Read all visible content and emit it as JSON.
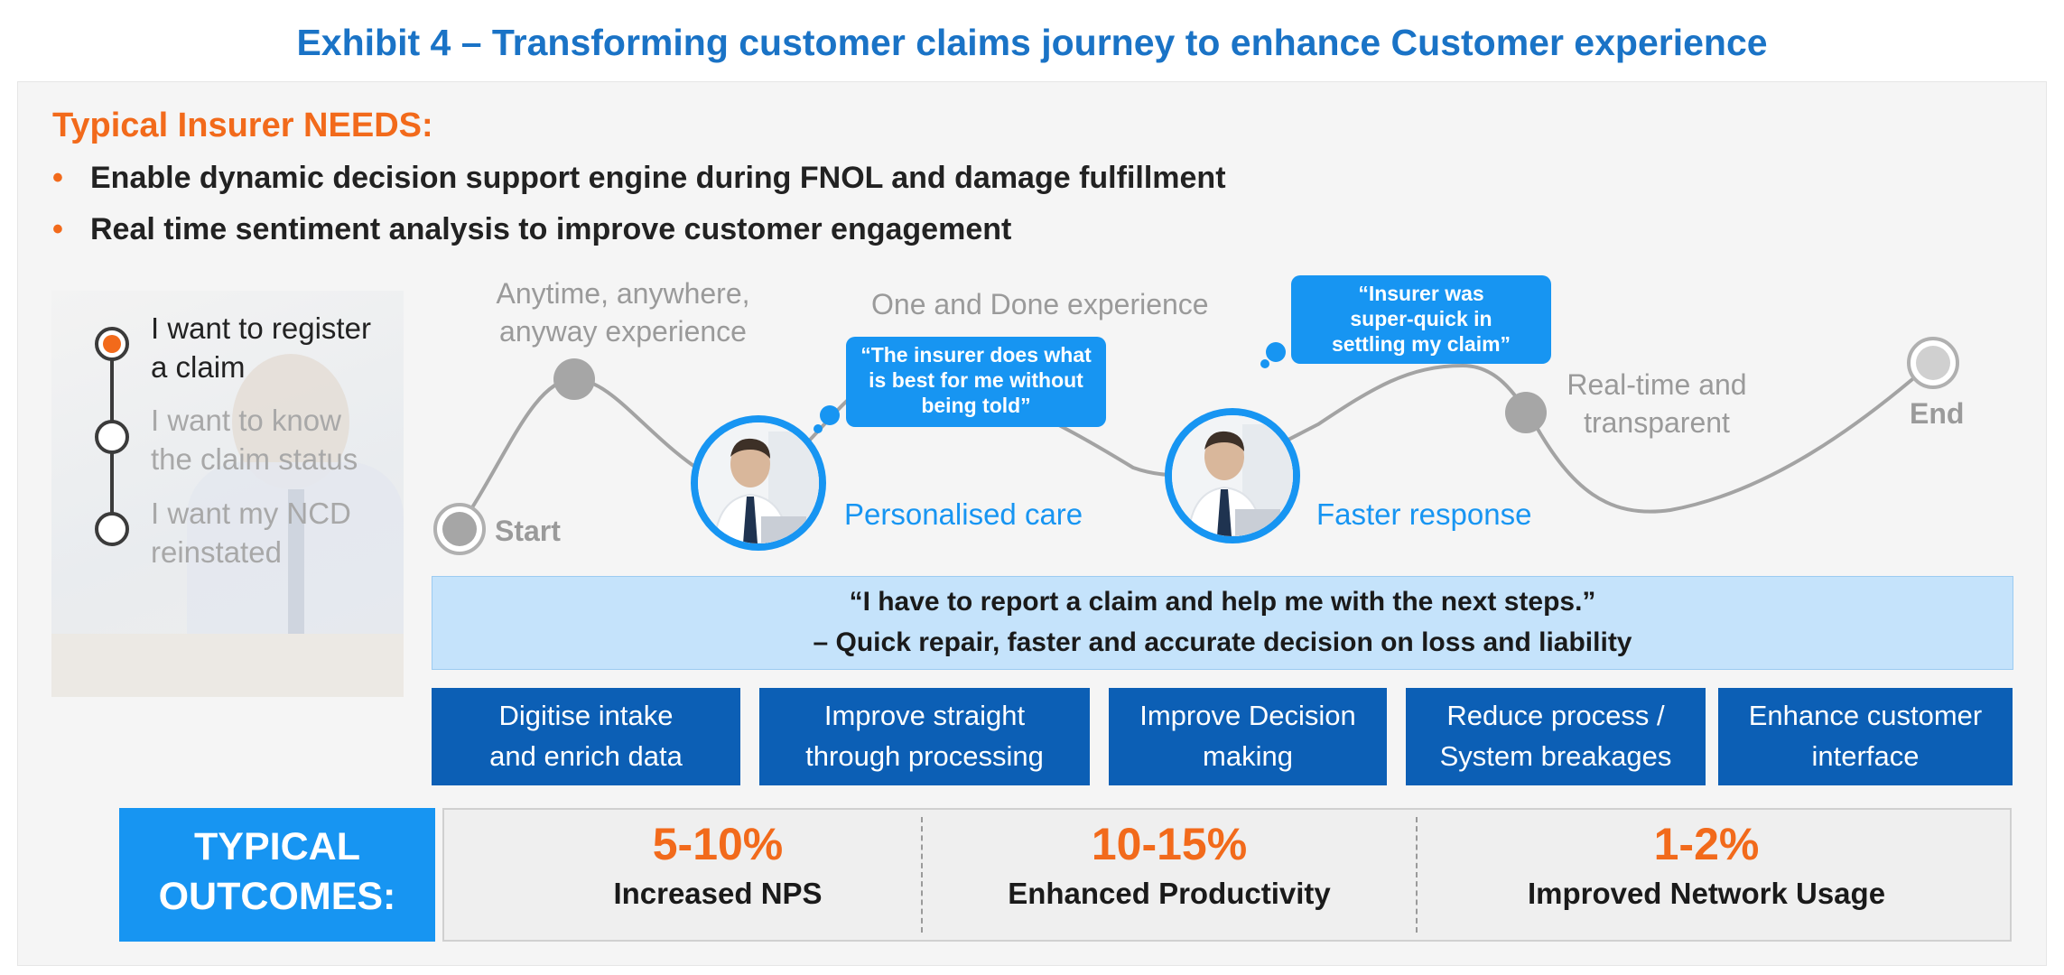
{
  "title": "Exhibit 4 – Transforming customer claims journey to enhance Customer experience",
  "needs": {
    "heading": "Typical Insurer NEEDS:",
    "items": [
      "Enable dynamic decision support engine during FNOL and damage fulfillment",
      "Real time sentiment analysis to improve customer engagement"
    ]
  },
  "steps": [
    {
      "line1": "I want to register",
      "line2": "a claim",
      "active": true
    },
    {
      "line1": "I want to know",
      "line2": "the claim status",
      "active": false
    },
    {
      "line1": "I want my NCD",
      "line2": "reinstated",
      "active": false
    }
  ],
  "journey": {
    "start": "Start",
    "end": "End",
    "anytime_line1": "Anytime, anywhere,",
    "anytime_line2": "anyway experience",
    "one_and_done": "One and Done experience",
    "realtime_line1": "Real-time and",
    "realtime_line2": "transparent",
    "personalised_care": "Personalised care",
    "faster_response": "Faster response",
    "bubble1_line1": "“The insurer does what",
    "bubble1_line2": "is best for me without",
    "bubble1_line3": "being told”",
    "bubble2_line1": "“Insurer was",
    "bubble2_line2": "super-quick in",
    "bubble2_line3": "settling my claim”"
  },
  "quote": {
    "line1": "“I have to report a claim and help me with the next steps.”",
    "line2": "– Quick repair,  faster and accurate decision on loss and liability"
  },
  "levers": [
    {
      "line1": "Digitise intake",
      "line2": "and enrich data"
    },
    {
      "line1": "Improve straight",
      "line2": "through processing"
    },
    {
      "line1": "Improve Decision",
      "line2": "making"
    },
    {
      "line1": "Reduce process /",
      "line2": "System breakages"
    },
    {
      "line1": "Enhance customer",
      "line2": "interface"
    }
  ],
  "outcomes": {
    "label_line1": "TYPICAL",
    "label_line2": "OUTCOMES:",
    "items": [
      {
        "value": "5-10%",
        "label": "Increased NPS"
      },
      {
        "value": "10-15%",
        "label": "Enhanced Productivity"
      },
      {
        "value": "1-2%",
        "label": "Improved Network Usage"
      }
    ]
  },
  "colors": {
    "title": "#1a73c6",
    "accent_orange": "#f26a1b",
    "bubble_blue": "#1795f2",
    "lever_blue": "#0c5fb5",
    "quote_bg": "#c5e3fb"
  }
}
